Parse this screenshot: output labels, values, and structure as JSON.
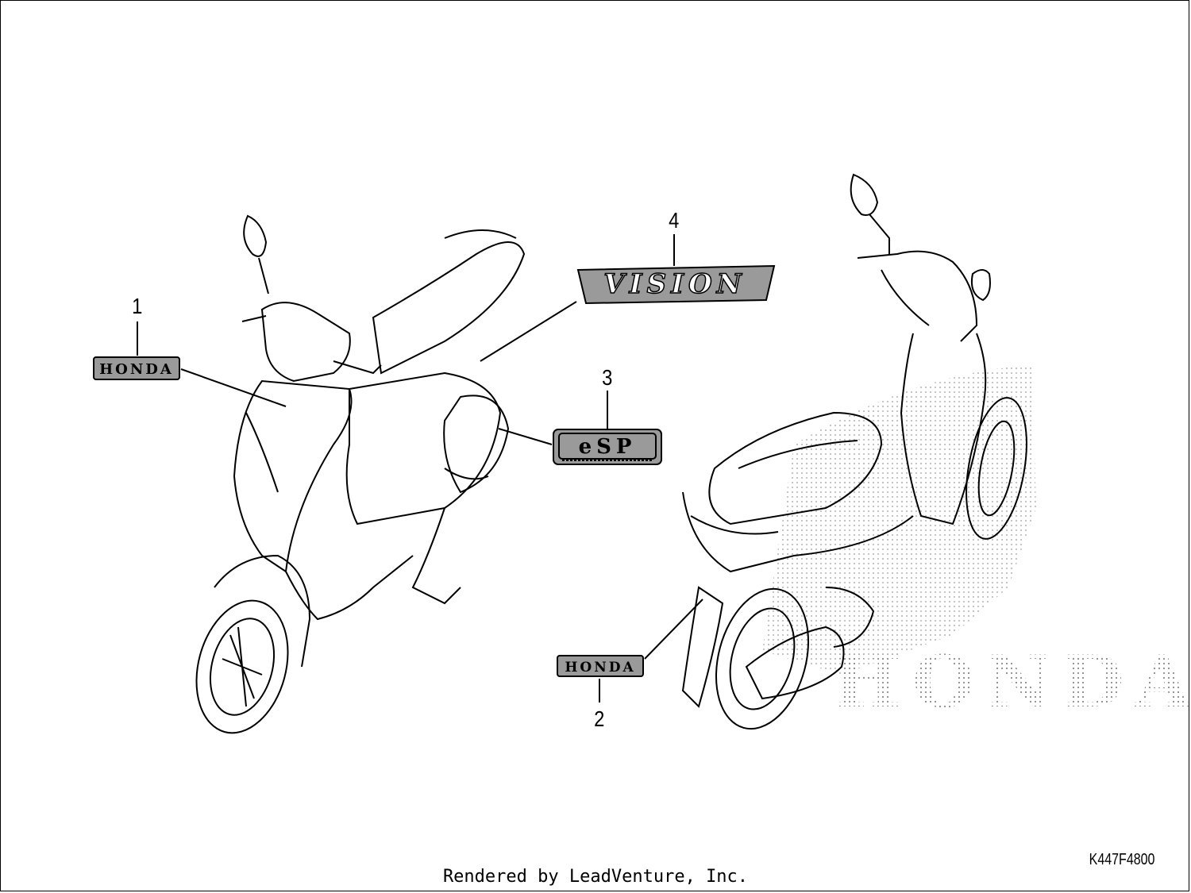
{
  "callouts": {
    "c1": "1",
    "c2": "2",
    "c3": "3",
    "c4": "4"
  },
  "emblems": {
    "honda_front": "HONDA",
    "honda_rear": "HONDA",
    "vision": "VISION",
    "esp": "eSP",
    "watermark": "HONDA"
  },
  "part_code": "K447F4800",
  "credit": "Rendered by LeadVenture, Inc.",
  "colors": {
    "line": "#000000",
    "emblem_fill": "#9a9a9a",
    "watermark": "#bdbdbd"
  }
}
